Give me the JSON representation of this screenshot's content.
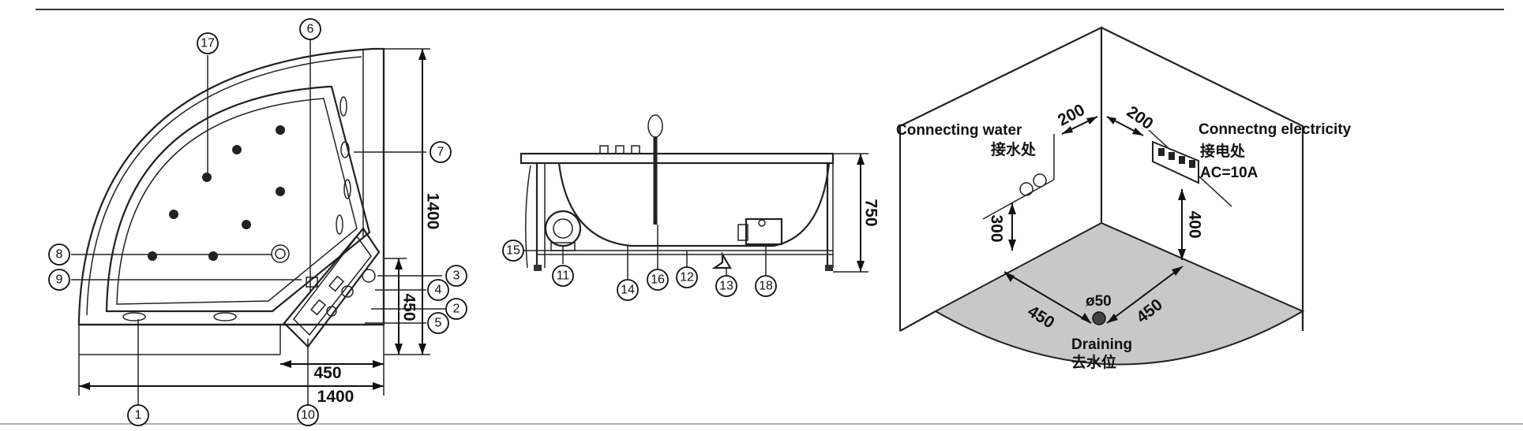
{
  "panel1": {
    "callouts": [
      "1",
      "2",
      "3",
      "4",
      "5",
      "6",
      "7",
      "8",
      "9",
      "10",
      "17"
    ],
    "dims": {
      "height": "1400",
      "inner_height": "450",
      "inner_width": "450",
      "width": "1400"
    }
  },
  "panel2": {
    "callouts": [
      "11",
      "12",
      "13",
      "14",
      "15",
      "16",
      "18"
    ],
    "dims": {
      "height": "750"
    }
  },
  "panel3": {
    "water_label": "Connecting water",
    "water_label_cn": "接水处",
    "elec_label": "Connectng electricity",
    "elec_label_cn": "接电处",
    "elec_spec": "AC=10A",
    "drain_label": "Draining",
    "drain_label_cn": "去水位",
    "drain_diameter": "ø50",
    "dims": {
      "d200a": "200",
      "d200b": "200",
      "d300": "300",
      "d400": "400",
      "d450a": "450",
      "d450b": "450"
    }
  },
  "colors": {
    "floor": "#c8c8c8",
    "line": "#222222"
  }
}
